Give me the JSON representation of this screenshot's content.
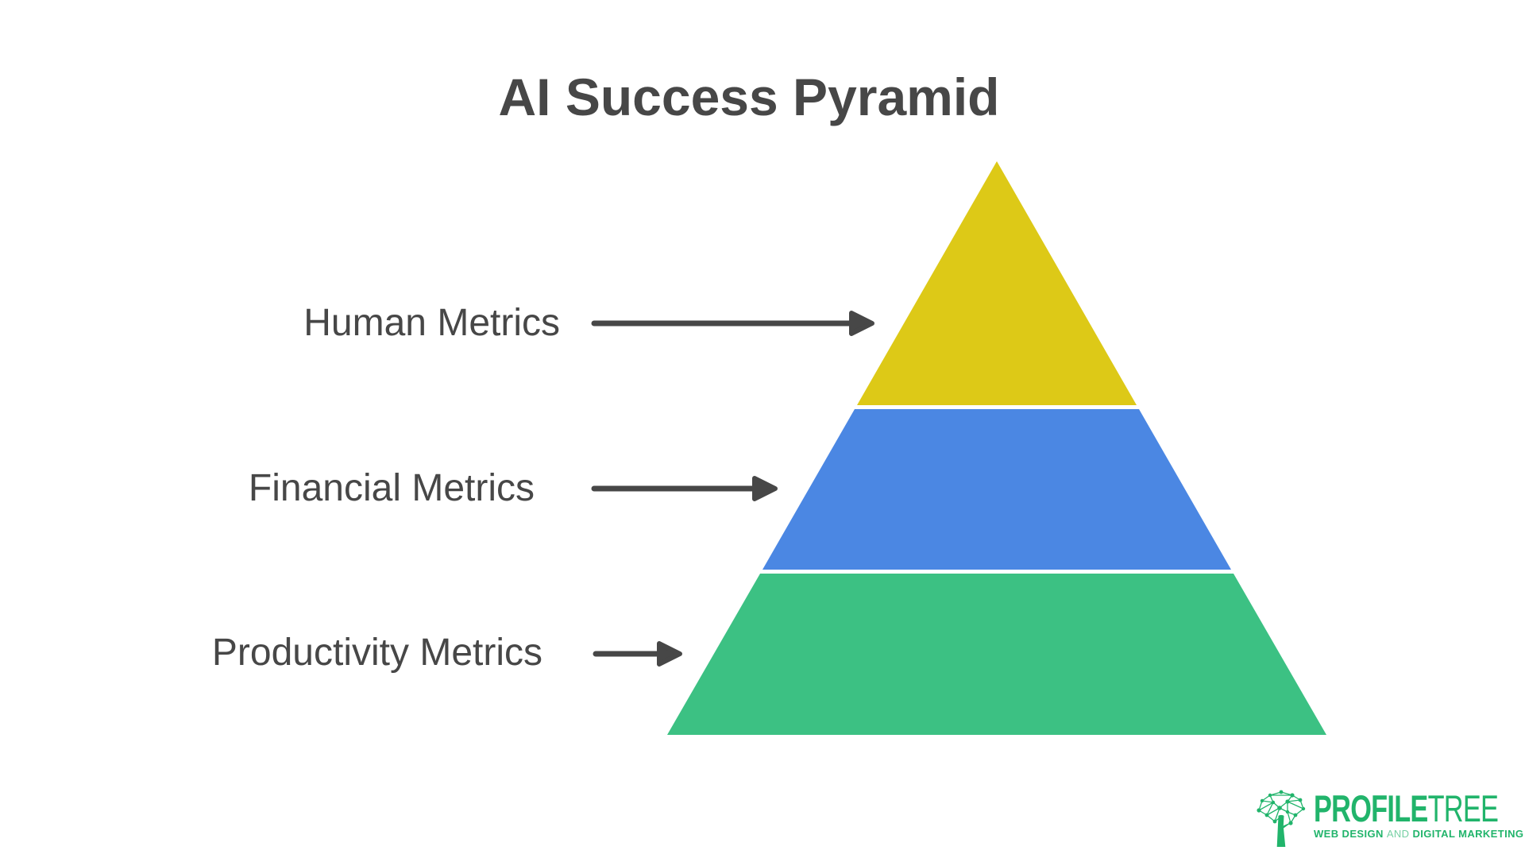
{
  "title": "AI Success Pyramid",
  "colors": {
    "background": "#ffffff",
    "title_text": "#474747",
    "label_text": "#474747",
    "arrow": "#474747",
    "tier_top": "#ddc917",
    "tier_middle": "#4b87e3",
    "tier_bottom": "#3cc183",
    "logo_green": "#21b46b"
  },
  "pyramid": {
    "tiers": [
      {
        "rank": 1,
        "position": "top",
        "label": "Human Metrics",
        "color": "#ddc917"
      },
      {
        "rank": 2,
        "position": "middle",
        "label": "Financial Metrics",
        "color": "#4b87e3"
      },
      {
        "rank": 3,
        "position": "bottom",
        "label": "Productivity Metrics",
        "color": "#3cc183"
      }
    ]
  },
  "logo": {
    "icon": "network-tree-icon",
    "brand_primary": "PROFILE",
    "brand_secondary": "TREE",
    "tagline_lead": "WEB DESIGN",
    "tagline_conjunction": "AND",
    "tagline_tail": "DIGITAL MARKETING"
  }
}
